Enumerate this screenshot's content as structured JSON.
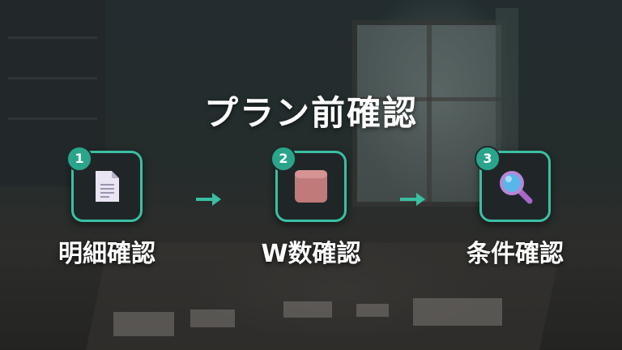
{
  "title": "プラン前確認",
  "steps": [
    {
      "number": "1",
      "label": "明細確認",
      "icon": "document-icon"
    },
    {
      "number": "2",
      "label": "W数確認",
      "icon": "square-block-icon"
    },
    {
      "number": "3",
      "label": "条件確認",
      "icon": "magnifier-icon"
    }
  ],
  "colors": {
    "accent": "#3bbfa3",
    "badge": "#2aa58b",
    "card_bg": "#202628",
    "text": "#ffffff"
  }
}
